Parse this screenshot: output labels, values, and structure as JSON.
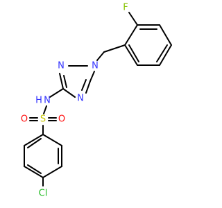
{
  "molecule": {
    "colors": {
      "bond": "#000000",
      "N": "#3333ff",
      "O": "#ff0d0d",
      "S": "#c6c600",
      "F": "#86c200",
      "Cl": "#1fba1f"
    },
    "atoms": {
      "F": "F",
      "N1": "N",
      "N2": "N",
      "N4": "N",
      "NH": "N",
      "H": "H",
      "S": "S",
      "O1": "O",
      "O2": "O",
      "Cl": "Cl"
    }
  }
}
